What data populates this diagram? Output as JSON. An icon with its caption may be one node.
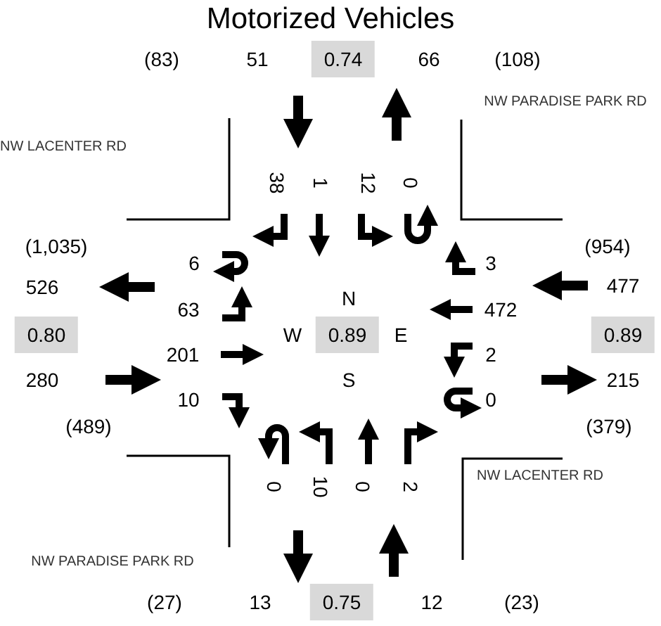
{
  "diagram": {
    "title": "Motorized Vehicles",
    "nodes": [
      {
        "text": [
          "0.74"
        ]
      },
      {
        "text": [
          "0.80"
        ]
      },
      {
        "text": [
          "0.89"
        ]
      },
      {
        "text": [
          "0.89"
        ]
      },
      {
        "text": [
          "0.75"
        ]
      }
    ],
    "labels": [
      "(83)",
      "51",
      "66",
      "(108)",
      "NW PARADISE PARK RD",
      "NW LACENTER RD",
      "38",
      "1",
      "12",
      "0",
      "(1,035)",
      "(954)",
      "6",
      "3",
      "526",
      "N",
      "477",
      "63",
      "472",
      "W",
      "E",
      "201",
      "2",
      "280",
      "S",
      "215",
      "10",
      "0",
      "(489)",
      "(379)",
      "0",
      "10",
      "0",
      "2",
      "NW LACENTER RD",
      "NW PARADISE PARK RD",
      "(27)",
      "13",
      "12",
      "(23)"
    ]
  }
}
